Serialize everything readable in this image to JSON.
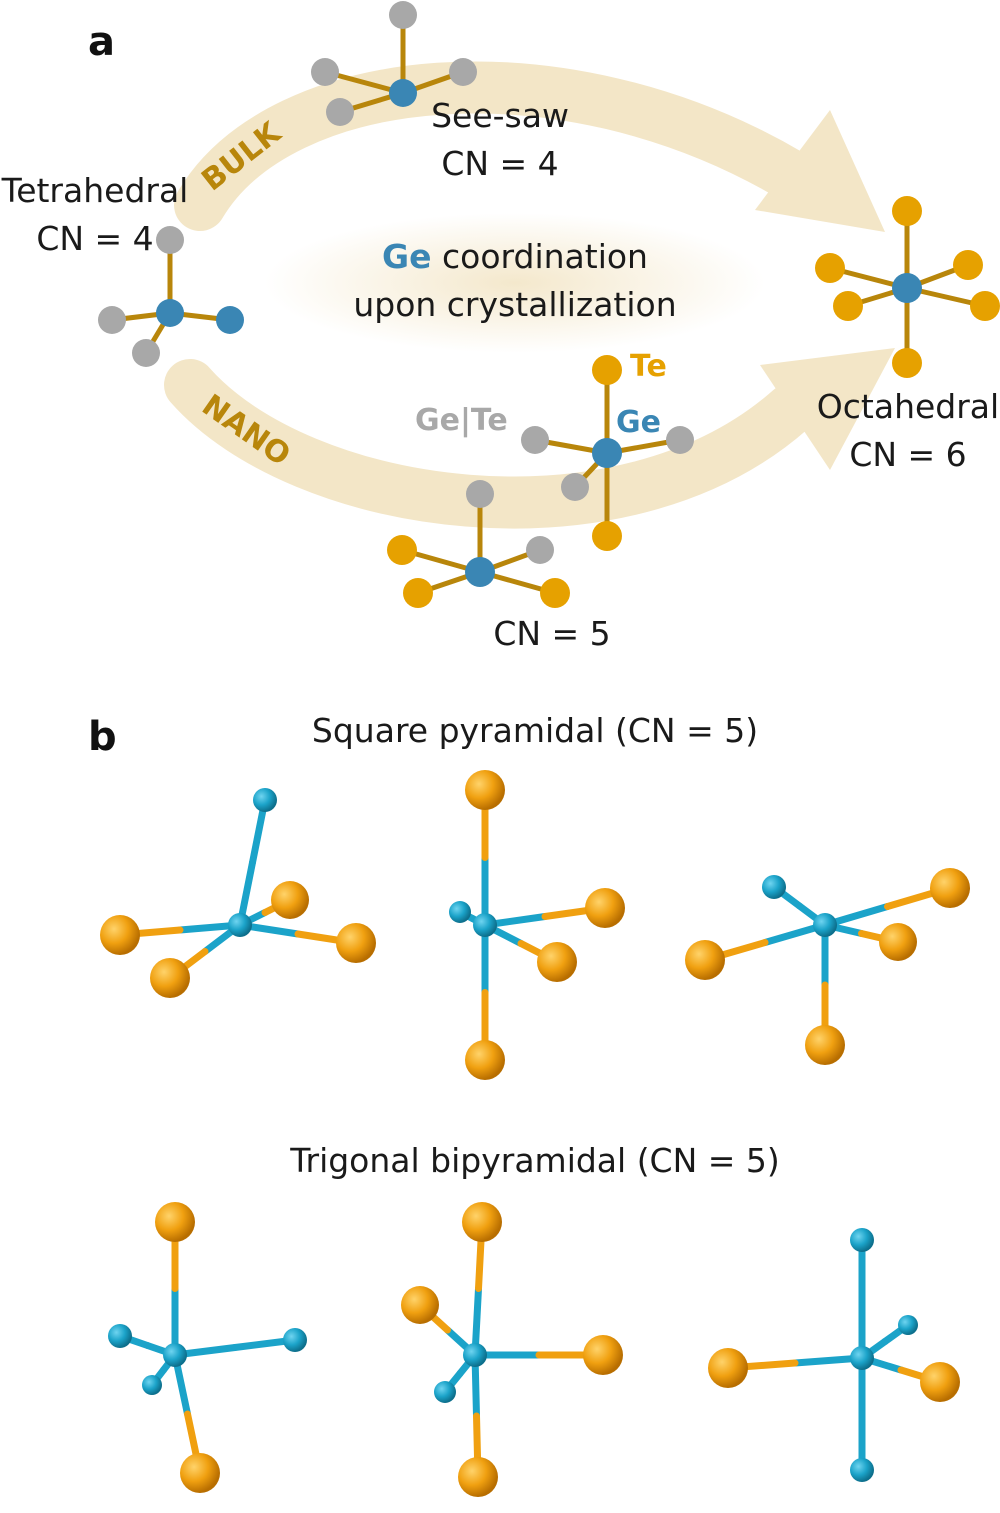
{
  "panel_a": {
    "label": "a",
    "tetrahedral": {
      "name": "Tetrahedral",
      "cn": "CN = 4"
    },
    "seesaw": {
      "name": "See-saw",
      "cn": "CN = 4"
    },
    "octahedral": {
      "name": "Octahedral",
      "cn": "CN = 6"
    },
    "cn5": "CN = 5",
    "arrow_bulk": "BULK",
    "arrow_nano": "NANO",
    "center_ge": "Ge",
    "center_line1_rest": " coordination",
    "center_line2": "upon crystallization",
    "label_te": "Te",
    "label_ge": "Ge",
    "label_gete": "Ge|Te",
    "colors": {
      "ge": "#3a86b4",
      "te": "#e6a100",
      "gete": "#a8a8a8",
      "bond": "#b8860b",
      "arrow": "#f3e6c7"
    }
  },
  "panel_b": {
    "label": "b",
    "square_title": "Square pyramidal (CN = 5)",
    "trigonal_title": "Trigonal bipyramidal (CN = 5)",
    "colors": {
      "ge": "#1ba3c9",
      "te": "#f0a010"
    }
  }
}
